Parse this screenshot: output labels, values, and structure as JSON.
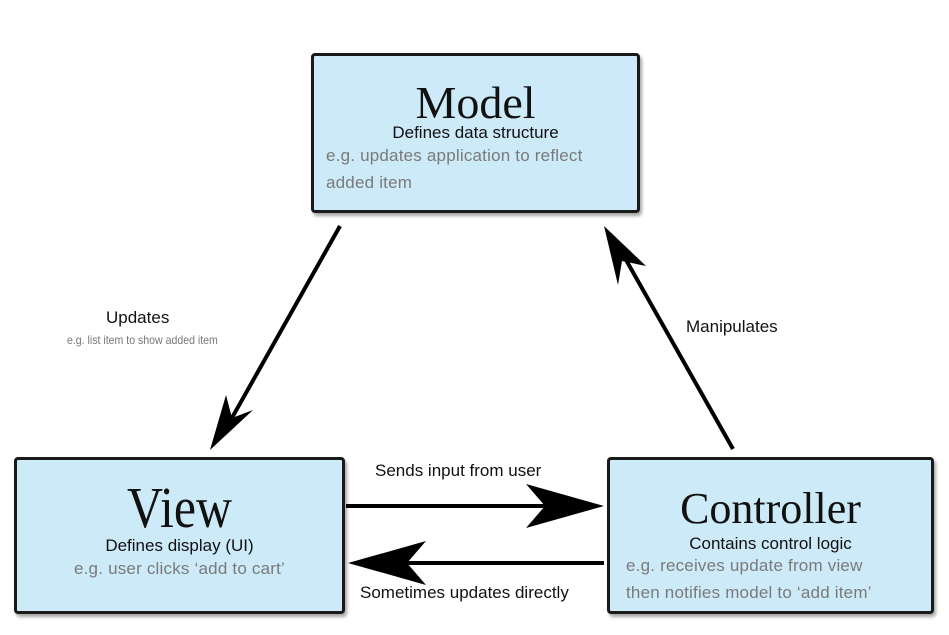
{
  "model": {
    "title": "Model",
    "subtitle": "Defines data structure",
    "example_line1": "e.g. updates application to reflect",
    "example_line2": "added item"
  },
  "view": {
    "title": "View",
    "subtitle": "Defines display (UI)",
    "example": "e.g. user clicks ‘add to cart’"
  },
  "controller": {
    "title": "Controller",
    "subtitle": "Contains control logic",
    "example_line1": "e.g. receives update from view",
    "example_line2": "then notifies model to ‘add item’"
  },
  "edges": {
    "model_to_view": {
      "label": "Updates",
      "sublabel": "e.g. list item to show added item"
    },
    "controller_to_model": {
      "label": "Manipulates"
    },
    "view_to_controller": {
      "label": "Sends input from user"
    },
    "controller_to_view": {
      "label": "Sometimes updates directly"
    }
  },
  "colors": {
    "box_fill": "#cdeaf8",
    "box_border": "#1a1a1a",
    "example_text": "#7a7a7a"
  }
}
